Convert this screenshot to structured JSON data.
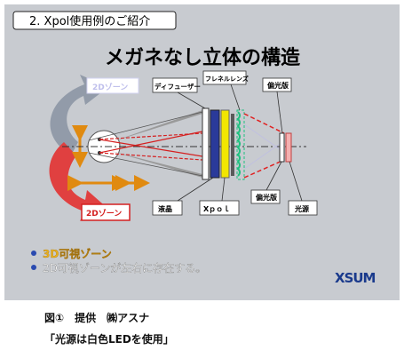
{
  "slide": {
    "section_label": "2. Xpol使用例のご紹介",
    "title": "メガネなし立体の構造",
    "zone_upper": "2Dゾーン",
    "zone_lower": "2Dゾーン",
    "labels": {
      "diffuser": "ディフューザー",
      "fresnel": "フレネルレンズ",
      "polarizer_top": "偏光版",
      "polarizer_bottom": "偏光版",
      "lcd": "液晶",
      "xpol": "Xｐｏｌ",
      "light_source": "光源"
    },
    "bullets": [
      "3D可視ゾーン",
      "2D可視ゾーンが左右に存在する。"
    ],
    "logo_text": "XSUM",
    "colors": {
      "slide_background": "#c8cbd0",
      "title": "#000000",
      "zone_upper_text": "#c0c0ec",
      "zone_lower_text": "#d42020",
      "bullet_3d": "#e8b020",
      "bullet_2d": "#ffffff",
      "logo": "#1a3a8c",
      "red_rays": "#e02020"
    }
  },
  "captions": {
    "line1": "図①　提供　㈱アスナ",
    "line2": "「光源は白色LEDを使用」"
  }
}
